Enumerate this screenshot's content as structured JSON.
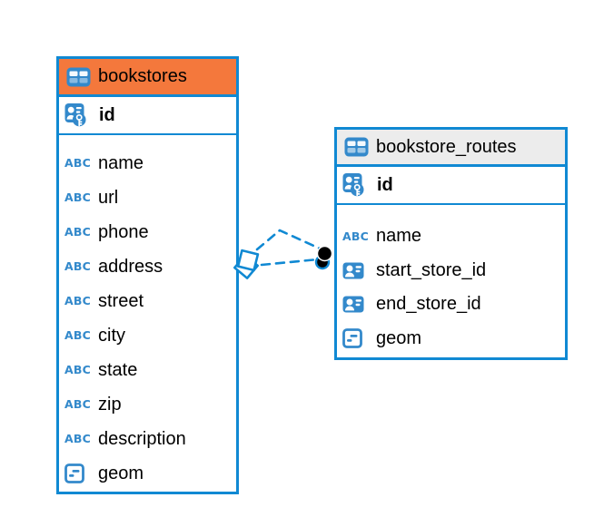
{
  "colors": {
    "blue": "#1089D3",
    "icon_blue": "#3389CB",
    "orange": "#F4783C",
    "header_gray": "#ECECEC",
    "text": "#000000",
    "background": "#FFFFFF"
  },
  "icons": {
    "table_icon": "table-grid",
    "primary_key_icon": "person-id-card-with-key",
    "foreign_key_icon": "person-id-card",
    "text_type_label": "ABC",
    "geometry_icon": "square-with-dashes"
  },
  "tables": [
    {
      "title": "bookstores",
      "header_style": "orange",
      "primary_key": "id",
      "columns": [
        {
          "name": "name",
          "type": "text"
        },
        {
          "name": "url",
          "type": "text"
        },
        {
          "name": "phone",
          "type": "text"
        },
        {
          "name": "address",
          "type": "text"
        },
        {
          "name": "street",
          "type": "text"
        },
        {
          "name": "city",
          "type": "text"
        },
        {
          "name": "state",
          "type": "text"
        },
        {
          "name": "zip",
          "type": "text"
        },
        {
          "name": "description",
          "type": "text"
        },
        {
          "name": "geom",
          "type": "geometry"
        }
      ]
    },
    {
      "title": "bookstore_routes",
      "header_style": "gray",
      "primary_key": "id",
      "columns": [
        {
          "name": "name",
          "type": "text"
        },
        {
          "name": "start_store_id",
          "type": "foreign_key"
        },
        {
          "name": "end_store_id",
          "type": "foreign_key"
        },
        {
          "name": "geom",
          "type": "geometry"
        }
      ]
    }
  ],
  "relationships": {
    "between": [
      "bookstores",
      "bookstore_routes"
    ],
    "line_count": 2,
    "line_style": "dashed",
    "source_marker": "stacked-diamonds",
    "target_marker": "stacked-dots"
  }
}
